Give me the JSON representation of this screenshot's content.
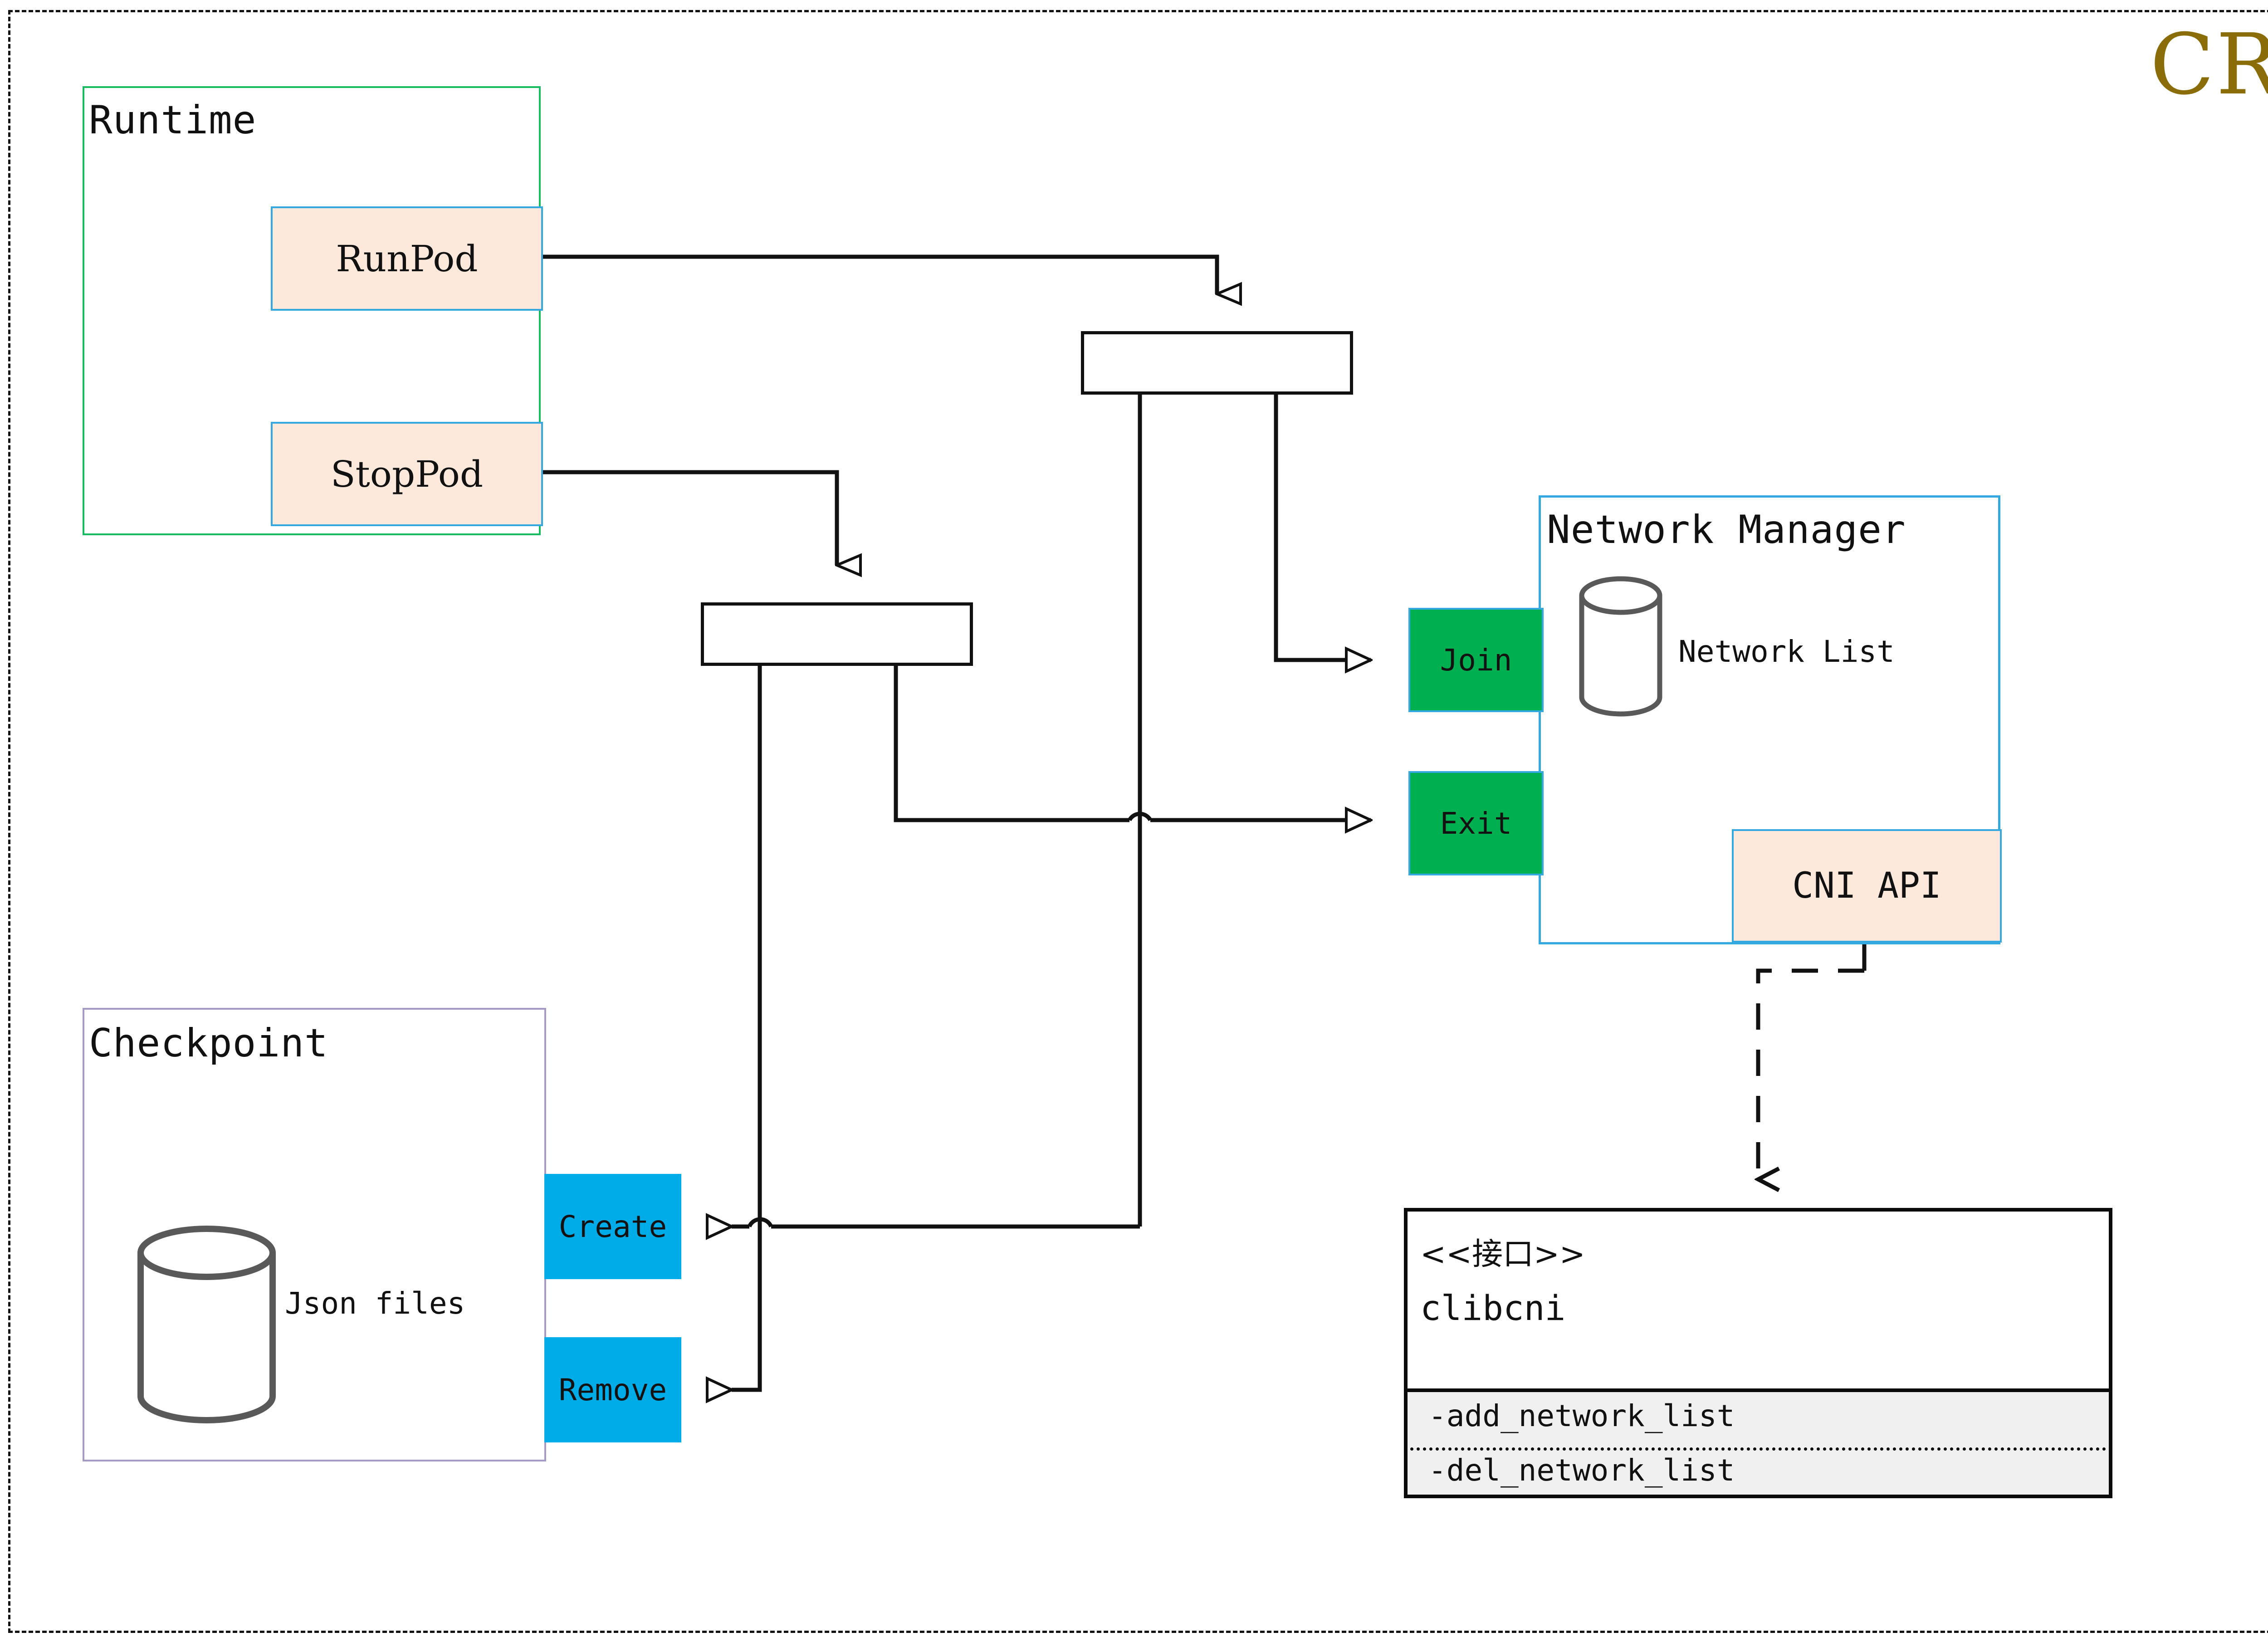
{
  "title": "CRI",
  "title_color": "#8a6d09",
  "palette": {
    "runtime_border": "#1aba62",
    "checkpoint_border": "#a49ac4",
    "netmgr_border": "#35a8e0",
    "peach_fill": "#fce9dc",
    "peach_border": "#35a8e0",
    "green_fill": "#00b050",
    "cyan_fill": "#00ace8",
    "line": "#111111",
    "cylinder_stroke": "#595959",
    "method_band": "#f0f0f0"
  },
  "runtime": {
    "label": "Runtime",
    "operations": [
      {
        "label": "RunPod"
      },
      {
        "label": "StopPod"
      }
    ]
  },
  "checkpoint": {
    "label": "Checkpoint",
    "store_label": "Json files",
    "actions": [
      {
        "label": "Create"
      },
      {
        "label": "Remove"
      }
    ]
  },
  "network_manager": {
    "label": "Network Manager",
    "store_label": "Network List",
    "actions": [
      {
        "label": "Join"
      },
      {
        "label": "Exit"
      }
    ],
    "api": {
      "label": "CNI API"
    }
  },
  "clibcni": {
    "stereotype": "<<接口>>",
    "name": "clibcni",
    "methods": [
      "-add_network_list",
      "-del_network_list"
    ]
  }
}
